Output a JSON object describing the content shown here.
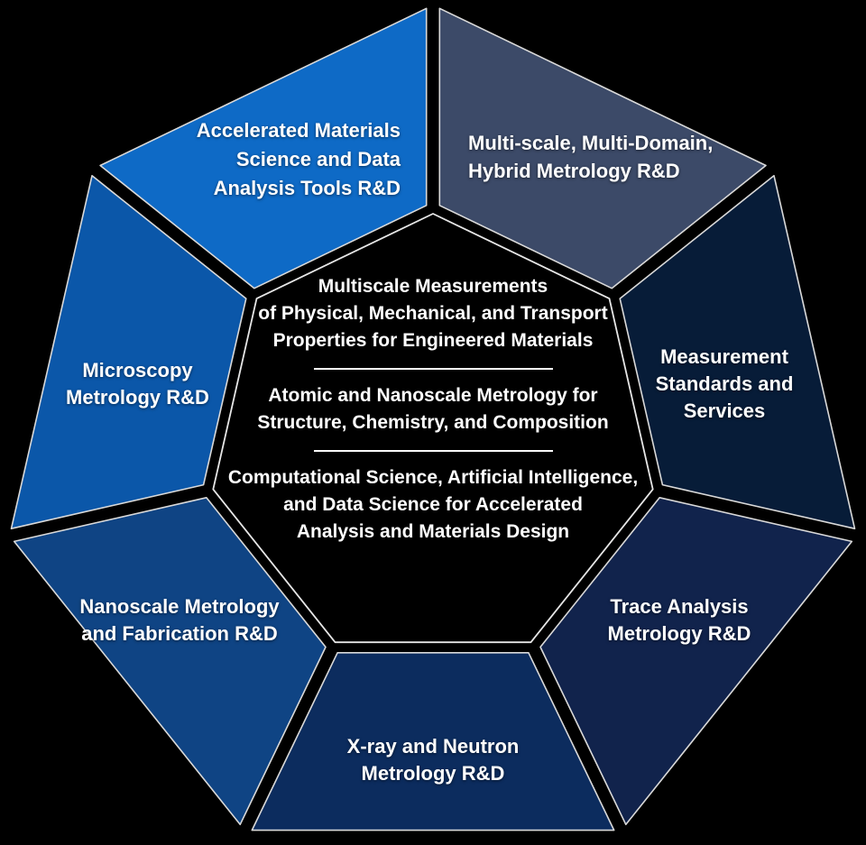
{
  "colors": {
    "background": "#000000",
    "center_fill": "#000000",
    "outline": "#d9d9d9",
    "text": "#ffffff"
  },
  "center": {
    "items": [
      {
        "lines": [
          "Multiscale Measurements",
          "of Physical, Mechanical, and Transport",
          "Properties for Engineered Materials"
        ]
      },
      {
        "lines": [
          "Atomic and Nanoscale Metrology for",
          "Structure, Chemistry, and Composition"
        ]
      },
      {
        "lines": [
          "Computational Science, Artificial Intelligence,",
          "and Data Science for Accelerated",
          "Analysis and Materials Design"
        ]
      }
    ]
  },
  "segments": [
    {
      "id": "accelerated-materials",
      "color": "#0e6ac6",
      "lines": [
        "Accelerated Materials",
        "Science and Data",
        "Analysis Tools R&D"
      ]
    },
    {
      "id": "multiscale-multidomain",
      "color": "#3c4a68",
      "lines": [
        "Multi-scale, Multi-Domain,",
        "Hybrid Metrology R&D"
      ]
    },
    {
      "id": "measurement-standards",
      "color": "#071c38",
      "lines": [
        "Measurement",
        "Standards and",
        "Services"
      ]
    },
    {
      "id": "trace-analysis",
      "color": "#11234c",
      "lines": [
        "Trace Analysis",
        "Metrology R&D"
      ]
    },
    {
      "id": "xray-neutron",
      "color": "#0c2c5e",
      "lines": [
        "X-ray and Neutron",
        "Metrology R&D"
      ]
    },
    {
      "id": "nanoscale-metrology",
      "color": "#0f4484",
      "lines": [
        "Nanoscale Metrology",
        "and Fabrication R&D"
      ]
    },
    {
      "id": "microscopy-metrology",
      "color": "#0b57a9",
      "lines": [
        "Microscopy",
        "Metrology R&D"
      ]
    }
  ]
}
